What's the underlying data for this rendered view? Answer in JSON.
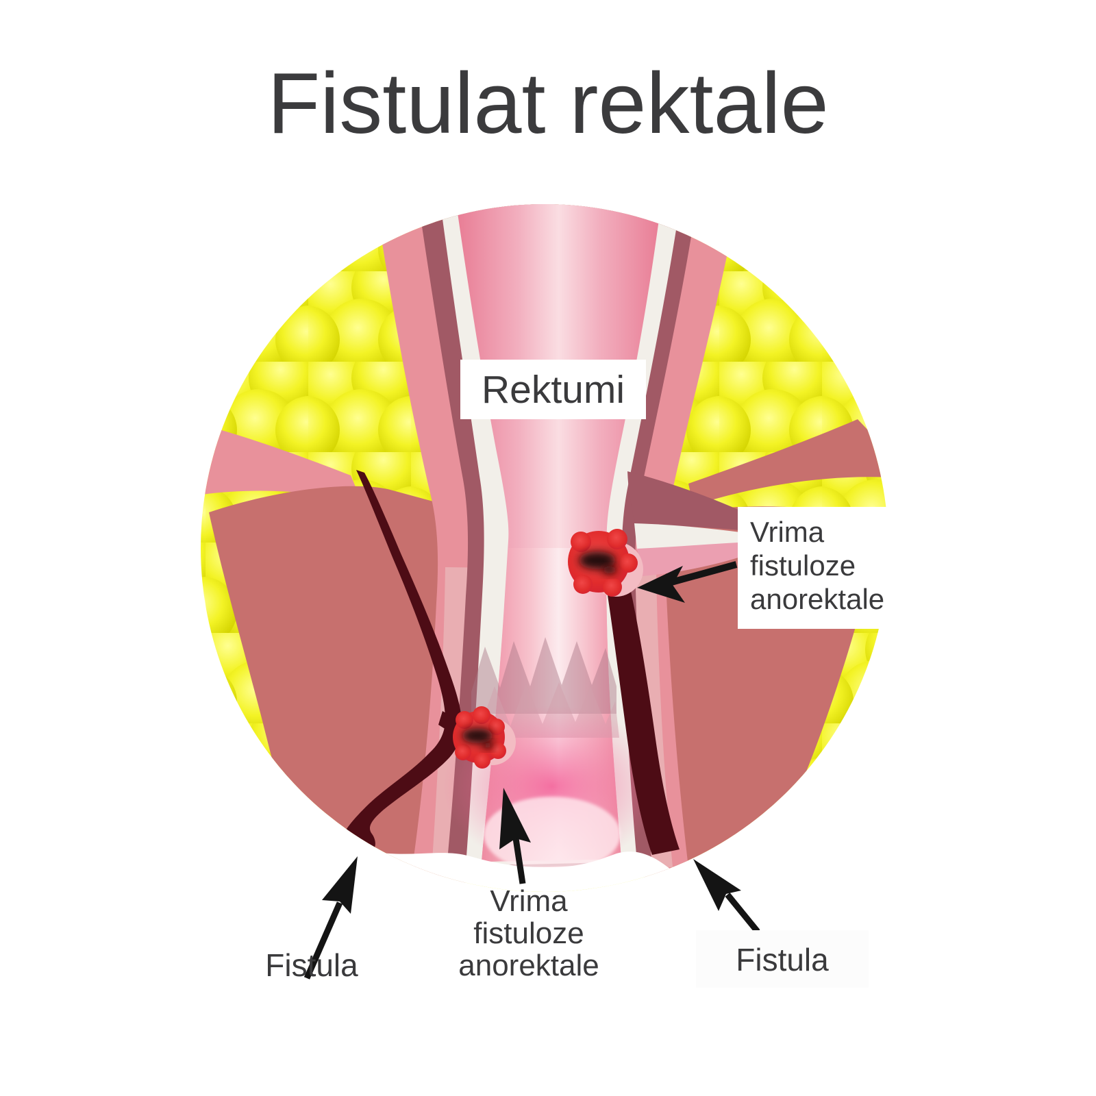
{
  "title": "Fistulat rektale",
  "diagram": {
    "labels": {
      "rectum": "Rektumi",
      "opening_right": "Vrima fistuloze anorektale",
      "opening_bottom": "Vrima fistuloze anorektale",
      "fistula_left": "Fistula",
      "fistula_right": "Fistula"
    },
    "colors": {
      "background": "#FFFFFF",
      "title_text": "#3B3B3D",
      "label_text": "#3A3A3C",
      "fat_yellow": "#E9E907",
      "outer_wall_salmon": "#E8919B",
      "wall_light_pink": "#E9AEB2",
      "wall_mauve": "#A15965",
      "wall_cream": "#F2EFE9",
      "lumen_pink": "#EC7F99",
      "muscle_rose": "#C7706E",
      "fistula_track_maroon": "#4D0C15",
      "fistula_opening_red": "#E33030",
      "arrow_black": "#141414"
    }
  }
}
